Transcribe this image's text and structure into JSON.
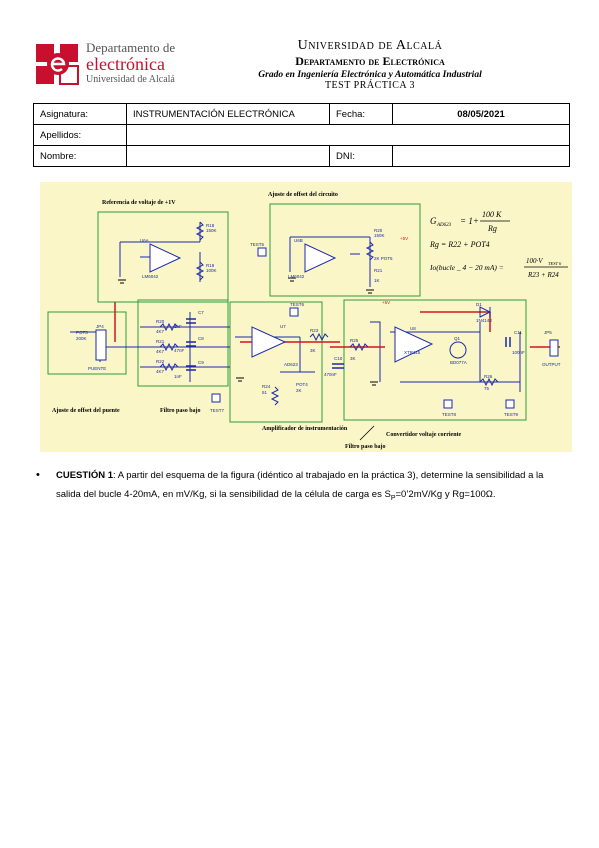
{
  "header": {
    "logo": {
      "line1": "Departamento de",
      "line2": "electrónica",
      "line3": "Universidad de Alcalá"
    },
    "university": "Universidad de Alcalá",
    "department": "Departamento de Electrónica",
    "degree": "Grado en Ingeniería Electrónica y Automática Industrial",
    "test": "TEST PRÁCTICA 3"
  },
  "form": {
    "asignatura_label": "Asignatura:",
    "asignatura_value": "INSTRUMENTACIÓN ELECTRÓNICA",
    "fecha_label": "Fecha:",
    "fecha_value": "08/05/2021",
    "apellidos_label": "Apellidos:",
    "nombre_label": "Nombre:",
    "dni_label": "DNI:"
  },
  "circuit": {
    "blocks": {
      "ref": "Referencia de voltaje de +1V",
      "offset_circ": "Ajuste de offset del circuito",
      "offset_puente": "Ajuste de offset del puente",
      "filtro1": "Filtro paso bajo",
      "amp": "Amplificador de instrumentación",
      "filtro2": "Filtro paso bajo",
      "conv": "Convertidor voltaje corriente"
    },
    "equations": {
      "g_lhs": "G",
      "g_sub": "AD623",
      "g_rhs": "= 1+",
      "g_num": "100 K",
      "g_den": "Rg",
      "rg": "Rg = R22 + POT4",
      "io_lhs": "Io(bucle _ 4 − 20 mA) =",
      "io_num": "100·V",
      "io_num_sub": "TEST 6",
      "io_den": "R23 + R24"
    },
    "labels": {
      "u6a": "U6A",
      "lm1": "LM6042",
      "r18": "R18",
      "r18v": "150K",
      "r19": "R19",
      "r19v": "100K",
      "u6b": "U6B",
      "lm2": "LM6042",
      "test5": "TEST5",
      "r20": "R20",
      "r20v": "150K",
      "pot5": "2K POT5",
      "r21": "R21",
      "r21v": "1K",
      "v5": "+5V",
      "jp4": "JP4",
      "pot3": "POT3",
      "pot3v": "200K",
      "puente": "PUENTE",
      "r22a": "R20",
      "r22av": "4K7",
      "r22b": "R21",
      "r22bv": "4K7",
      "r22c": "R22",
      "r22cv": "4K7",
      "c7": "C7",
      "c7v": "1nF",
      "c8": "C8",
      "c8v": "47nF",
      "c9": "C9",
      "c9v": "1nF",
      "u7": "U7",
      "ad623": "AD623",
      "test6": "TEST6",
      "r23": "R23",
      "r23v": "3K",
      "r24": "R24",
      "r24v": "51",
      "pot4": "POT4",
      "pot4v": "2K",
      "test7": "TEST7",
      "c10": "C10",
      "c10v": "470nF",
      "r25": "R25",
      "r25v": "3K",
      "u8": "U8",
      "xtr": "XTR115",
      "d1": "D1",
      "d1v": "1N4148",
      "q": "Q1",
      "qv": "BD077A",
      "c11": "C11",
      "c11v": "100nF",
      "r26": "R26",
      "r26v": "75",
      "jp5": "JP5",
      "output": "OUTPUT",
      "test8": "TEST8",
      "test9": "TEST9",
      "vcc": "+5V"
    }
  },
  "question": {
    "label": "CUESTIÓN 1",
    "text": ": A partir del esquema de la figura (idéntico al trabajado en la práctica 3), determine la sensibilidad a la salida del bucle 4-20mA, en mV/Kg, si la sensibilidad de la célula de carga es S",
    "sub": "P",
    "text2": "=0’2mV/Kg y Rg=100Ω."
  }
}
